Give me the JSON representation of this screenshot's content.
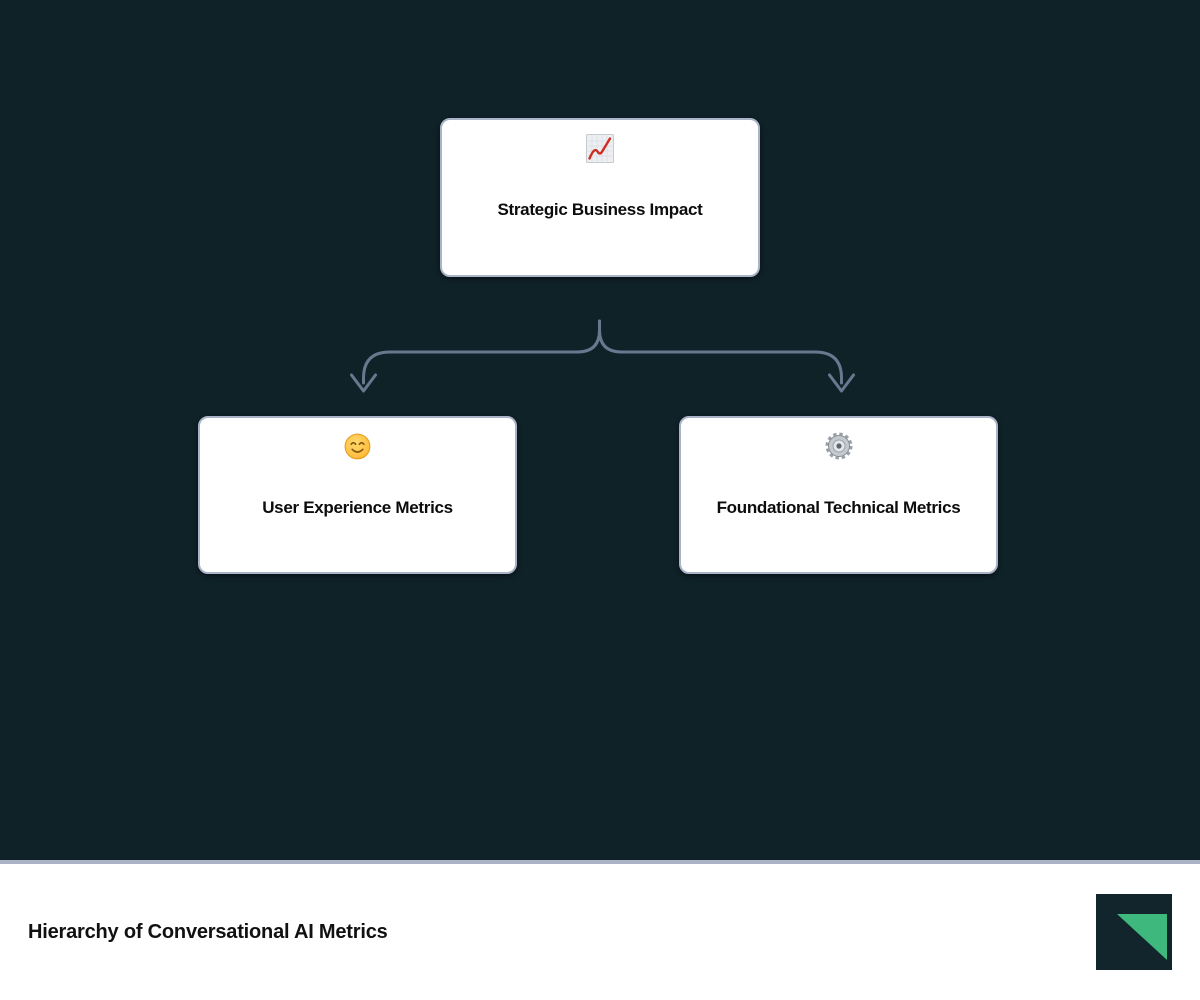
{
  "canvas": {
    "background_color": "#0f2228",
    "connector_color": "#68798f"
  },
  "diagram": {
    "type": "hierarchy-flowchart",
    "nodes": [
      {
        "id": "strategic-business-impact",
        "label": "Strategic Business Impact",
        "icon": "chart-increasing-icon"
      },
      {
        "id": "user-experience-metrics",
        "label": "User Experience Metrics",
        "icon": "smiling-face-icon"
      },
      {
        "id": "foundational-technical-metrics",
        "label": "Foundational Technical Metrics",
        "icon": "gear-icon"
      }
    ],
    "edges": [
      {
        "from": "strategic-business-impact",
        "to": "user-experience-metrics"
      },
      {
        "from": "strategic-business-impact",
        "to": "foundational-technical-metrics"
      }
    ],
    "node_fill": "#ffffff",
    "node_border_color": "#aab4c8"
  },
  "footer": {
    "title": "Hierarchy of Conversational AI Metrics",
    "background_color": "#ffffff",
    "divider_color": "#a9b3c5",
    "logo": {
      "square_color": "#12252d",
      "triangle_color": "#3eb87c"
    }
  }
}
